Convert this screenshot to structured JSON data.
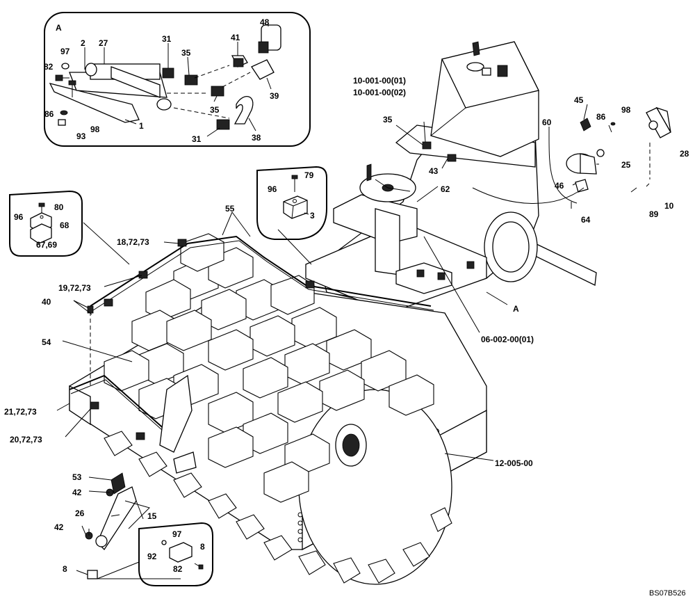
{
  "drawing_id": "BS07B526",
  "view_marker": "A",
  "detail_a": {
    "title": "A",
    "labels": [
      "48",
      "41",
      "31",
      "2",
      "27",
      "97",
      "82",
      "35",
      "39",
      "35",
      "86",
      "98",
      "93",
      "1",
      "38",
      "31"
    ]
  },
  "detail_3": {
    "labels": [
      "79",
      "96",
      "3"
    ]
  },
  "detail_68": {
    "labels": [
      "80",
      "96",
      "68",
      "67,69"
    ]
  },
  "detail_92": {
    "labels": [
      "97",
      "8",
      "92",
      "82"
    ]
  },
  "main_labels": {
    "tank_ref_1": "10-001-00(01)",
    "tank_ref_2": "10-001-00(02)",
    "l35": "35",
    "l43": "43",
    "l62": "62",
    "l55": "55",
    "l60": "60",
    "l45": "45",
    "l86": "86",
    "l98": "98",
    "l28": "28",
    "l25": "25",
    "l46": "46",
    "l64": "64",
    "l89": "89",
    "l10": "10",
    "l18": "18,72,73",
    "l19": "19,72,73",
    "l40": "40",
    "l54": "54",
    "l21": "21,72,73",
    "l20": "20,72,73",
    "l53": "53",
    "l42a": "42",
    "l26": "26",
    "l15": "15",
    "l42b": "42",
    "l8": "8",
    "frame_ref": "06-002-00(01)",
    "drum_ref": "12-005-00",
    "view_a": "A"
  }
}
